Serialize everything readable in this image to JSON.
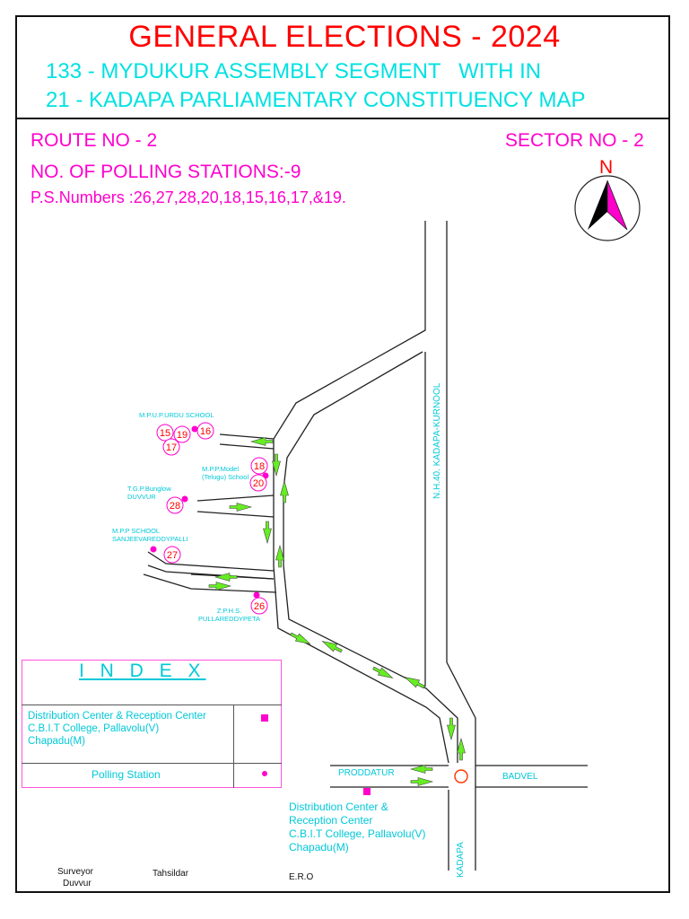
{
  "header": {
    "title": "GENERAL ELECTIONS - 2024",
    "line2": "133 - MYDUKUR ASSEMBLY SEGMENT   WITH IN",
    "line3": "21 - KADAPA PARLIAMENTARY CONSTITUENCY MAP"
  },
  "info": {
    "route": "ROUTE NO - 2",
    "sector": "SECTOR NO - 2",
    "num_stations": "NO. OF POLLING STATIONS:-9",
    "ps_numbers": "P.S.Numbers :26,27,28,20,18,15,16,17,&19."
  },
  "compass": {
    "label": "N"
  },
  "polling_stations": [
    {
      "name": "M.P.U.P.URDU SCHOOL",
      "numbers": [
        "15",
        "19",
        "16",
        "17"
      ]
    },
    {
      "name_line1": "M.P.P.Model",
      "name_line2": "(Telugu) School",
      "numbers": [
        "18",
        "20"
      ]
    },
    {
      "name_line1": "T.G.P.Bunglow",
      "name_line2": "DUVVUR",
      "numbers": [
        "28"
      ]
    },
    {
      "name_line1": "M.P.P SCHOOL",
      "name_line2": "SANJEEVAREDDYPALLI",
      "numbers": [
        "27"
      ]
    },
    {
      "name_line1": "Z.P.H.S.",
      "name_line2": "PULLAREDDYPETA",
      "numbers": [
        "26"
      ]
    }
  ],
  "roads": {
    "highway": "N.H.40. KADAPA-KURNOOL",
    "west": "PRODDATUR",
    "east": "BADVEL",
    "south": "KADAPA"
  },
  "distribution_center_map": {
    "line1": "Distribution Center &",
    "line2": "Reception Center",
    "line3": "C.B.I.T College, Pallavolu(V)",
    "line4": "Chapadu(M)"
  },
  "index": {
    "title": "I N D E X",
    "dc_line1": "Distribution Center & Reception Center",
    "dc_line2": "C.B.I.T College, Pallavolu(V)",
    "dc_line3": "Chapadu(M)",
    "ps_label": "Polling Station"
  },
  "footer": {
    "surveyor_1": "Surveyor",
    "surveyor_2": "Duvvur",
    "tahsildar": "Tahsildar",
    "ero": "E.R.O"
  },
  "colors": {
    "title": "#ff0000",
    "subtitle": "#00e1e1",
    "info": "#ff00cc",
    "arrow_fill": "#66ee22",
    "station_circle": "#ff00cc",
    "station_number": "#ff0000"
  }
}
